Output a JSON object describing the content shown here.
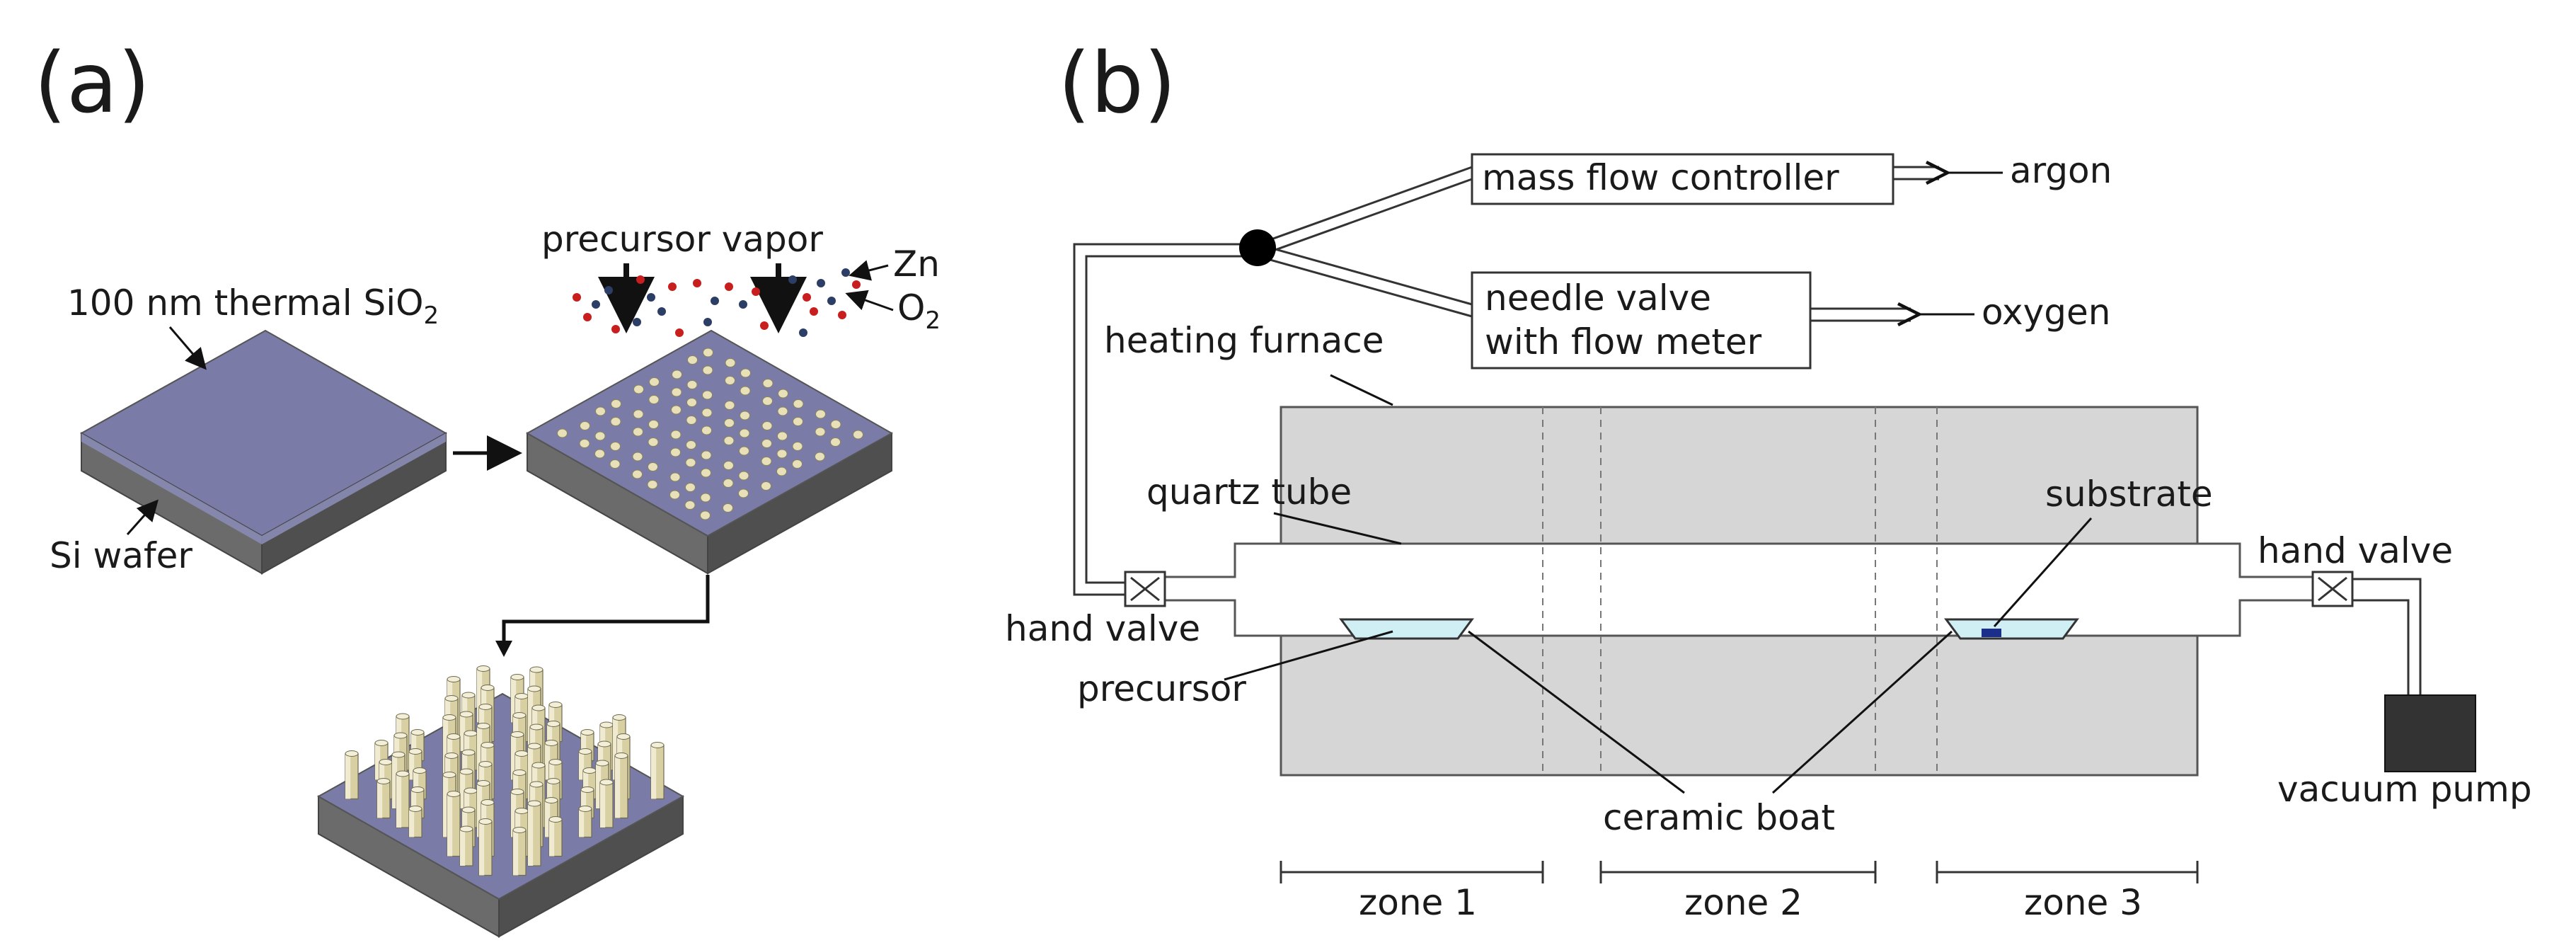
{
  "panels": {
    "a": {
      "label": "(a)"
    },
    "b": {
      "label": "(b)"
    }
  },
  "panel_a": {
    "sio2_label_prefix": "100 nm thermal SiO",
    "sio2_label_subscript": "2",
    "si_wafer_label": "Si wafer",
    "precursor_vapor_label": "precursor vapor",
    "zn_label": "Zn",
    "o2_label": "O",
    "o2_subscript": "2"
  },
  "panel_b": {
    "mass_flow_controller": "mass flow controller",
    "argon": "argon",
    "needle_valve_line1": "needle valve",
    "needle_valve_line2": "with flow meter",
    "oxygen": "oxygen",
    "heating_furnace": "heating furnace",
    "quartz_tube": "quartz tube",
    "hand_valve_left": "hand valve",
    "precursor": "precursor",
    "substrate": "substrate",
    "hand_valve_right": "hand valve",
    "ceramic_boat": "ceramic boat",
    "vacuum_pump": "vacuum pump",
    "zones": [
      "zone 1",
      "zone 2",
      "zone 3"
    ]
  },
  "colors": {
    "sio2_top": "#7a7ba6",
    "si_side": "#5a5a5a",
    "particle": "#e8e0b8",
    "zn_dot": "#2c3e66",
    "o2_dot": "#c81e1e",
    "furnace": "#d6d6d6",
    "boat_fill": "#cfeff5",
    "substrate": "#1a2e8a",
    "pump": "#333333"
  }
}
